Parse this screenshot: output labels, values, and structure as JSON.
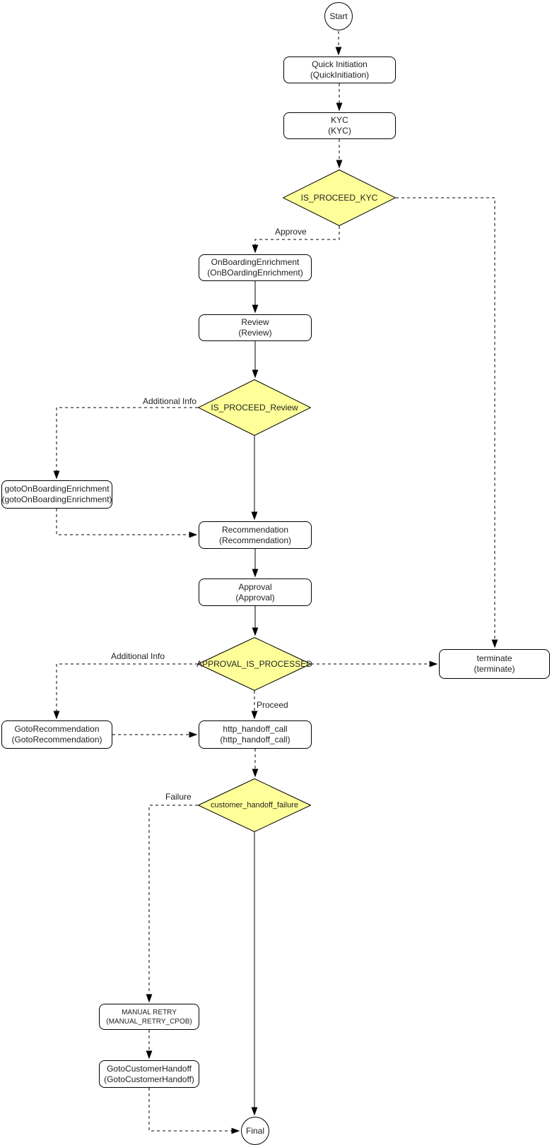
{
  "diagram": {
    "nodes": {
      "start": {
        "label": "Start"
      },
      "quick_initiation": {
        "line1": "Quick Initiation",
        "line2": "(QuickInitiation)"
      },
      "kyc": {
        "line1": "KYC",
        "line2": "(KYC)"
      },
      "is_proceed_kyc": {
        "label": "IS_PROCEED_KYC"
      },
      "onboarding_enrichment": {
        "line1": "OnBoardingEnrichment",
        "line2": "(OnBOardingEnrichment)"
      },
      "review": {
        "line1": "Review",
        "line2": "(Review)"
      },
      "is_proceed_review": {
        "label": "IS_PROCEED_Review"
      },
      "goto_onboarding_enrichment": {
        "line1": "gotoOnBoardingEnrichment",
        "line2": "(gotoOnBoardingEnrichment)"
      },
      "recommendation": {
        "line1": "Recommendation",
        "line2": "(Recommendation)"
      },
      "approval": {
        "line1": "Approval",
        "line2": "(Approval)"
      },
      "approval_is_processed": {
        "label": "APPROVAL_IS_PROCESSED"
      },
      "terminate": {
        "line1": "terminate",
        "line2": "(terminate)"
      },
      "goto_recommendation": {
        "line1": "GotoRecommendation",
        "line2": "(GotoRecommendation)"
      },
      "http_handoff_call": {
        "line1": "http_handoff_call",
        "line2": "(http_handoff_call)"
      },
      "customer_handoff_failure": {
        "label": "customer_handoff_failure"
      },
      "manual_retry": {
        "line1": "MANUAL RETRY",
        "line2": "(MANUAL_RETRY_CPOB)"
      },
      "goto_customer_handoff": {
        "line1": "GotoCustomerHandoff",
        "line2": "(GotoCustomerHandoff)"
      },
      "final": {
        "label": "Final"
      }
    },
    "edge_labels": {
      "approve": "Approve",
      "additional_info_review": "Additional Info",
      "additional_info_approval": "Additional Info",
      "proceed": "Proceed",
      "failure": "Failure"
    },
    "connections": [
      {
        "from": "start",
        "to": "quick_initiation",
        "style": "dashed",
        "label": ""
      },
      {
        "from": "quick_initiation",
        "to": "kyc",
        "style": "dashed",
        "label": ""
      },
      {
        "from": "kyc",
        "to": "is_proceed_kyc",
        "style": "dashed",
        "label": ""
      },
      {
        "from": "is_proceed_kyc",
        "to": "onboarding_enrichment",
        "style": "dashed",
        "label": "Approve"
      },
      {
        "from": "is_proceed_kyc",
        "to": "terminate",
        "style": "dashed",
        "label": ""
      },
      {
        "from": "onboarding_enrichment",
        "to": "review",
        "style": "solid",
        "label": ""
      },
      {
        "from": "review",
        "to": "is_proceed_review",
        "style": "solid",
        "label": ""
      },
      {
        "from": "is_proceed_review",
        "to": "goto_onboarding_enrichment",
        "style": "dashed",
        "label": "Additional Info"
      },
      {
        "from": "goto_onboarding_enrichment",
        "to": "recommendation",
        "style": "dashed",
        "label": ""
      },
      {
        "from": "is_proceed_review",
        "to": "recommendation",
        "style": "solid",
        "label": ""
      },
      {
        "from": "recommendation",
        "to": "approval",
        "style": "solid",
        "label": ""
      },
      {
        "from": "approval",
        "to": "approval_is_processed",
        "style": "solid",
        "label": ""
      },
      {
        "from": "approval_is_processed",
        "to": "goto_recommendation",
        "style": "dashed",
        "label": "Additional Info"
      },
      {
        "from": "goto_recommendation",
        "to": "http_handoff_call",
        "style": "dashed",
        "label": ""
      },
      {
        "from": "approval_is_processed",
        "to": "http_handoff_call",
        "style": "dashed",
        "label": "Proceed"
      },
      {
        "from": "approval_is_processed",
        "to": "terminate",
        "style": "dashed",
        "label": ""
      },
      {
        "from": "http_handoff_call",
        "to": "customer_handoff_failure",
        "style": "dashed",
        "label": ""
      },
      {
        "from": "customer_handoff_failure",
        "to": "manual_retry",
        "style": "dashed",
        "label": "Failure"
      },
      {
        "from": "customer_handoff_failure",
        "to": "final",
        "style": "solid",
        "label": ""
      },
      {
        "from": "manual_retry",
        "to": "goto_customer_handoff",
        "style": "dashed",
        "label": ""
      },
      {
        "from": "goto_customer_handoff",
        "to": "final",
        "style": "dashed",
        "label": ""
      }
    ],
    "colors": {
      "decision_fill": "#FFFF99",
      "node_border": "#000000",
      "line": "#000000",
      "background": "#FFFFFF"
    }
  }
}
